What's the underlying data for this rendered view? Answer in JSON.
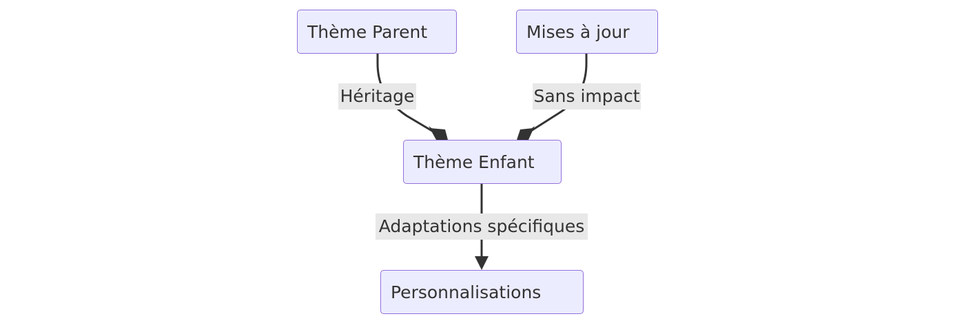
{
  "nodes": {
    "parent": {
      "label": "Thème Parent"
    },
    "updates": {
      "label": "Mises à jour"
    },
    "child": {
      "label": "Thème Enfant"
    },
    "custom": {
      "label": "Personnalisations"
    }
  },
  "edges": [
    {
      "from": "parent",
      "to": "child",
      "label": "Héritage"
    },
    {
      "from": "updates",
      "to": "child",
      "label": "Sans impact"
    },
    {
      "from": "child",
      "to": "custom",
      "label": "Adaptations spécifiques"
    }
  ],
  "colors": {
    "node_fill": "#ECECFF",
    "node_border": "#9370DB",
    "edge": "#333333",
    "edge_label_bg": "#e8e8e8",
    "text": "#333333"
  }
}
